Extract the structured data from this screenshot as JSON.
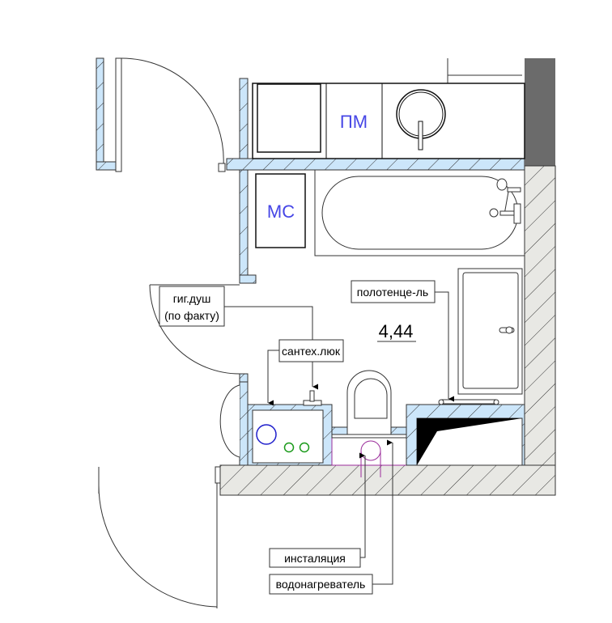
{
  "plan": {
    "area": "4,44",
    "appliances": {
      "washing_machine": "ПМ",
      "dishwasher": "МС"
    },
    "callouts": {
      "hygienic_shower_line1": "гиг.душ",
      "hygienic_shower_line2": "(по факту)",
      "access_hatch": "сантех.люк",
      "towel_rail": "полотенце-ль",
      "installation": "инсталяция",
      "water_heater": "водонагреватель"
    }
  },
  "colors": {
    "partition": "#cce6fa",
    "wall": "#e8e8e4",
    "column": "#6b6b6b",
    "appliance_text": "#4646e6",
    "installation": "#9b2d9b",
    "hatch_blue": "#1f1fcc",
    "hatch_green": "#1a9a1a"
  }
}
